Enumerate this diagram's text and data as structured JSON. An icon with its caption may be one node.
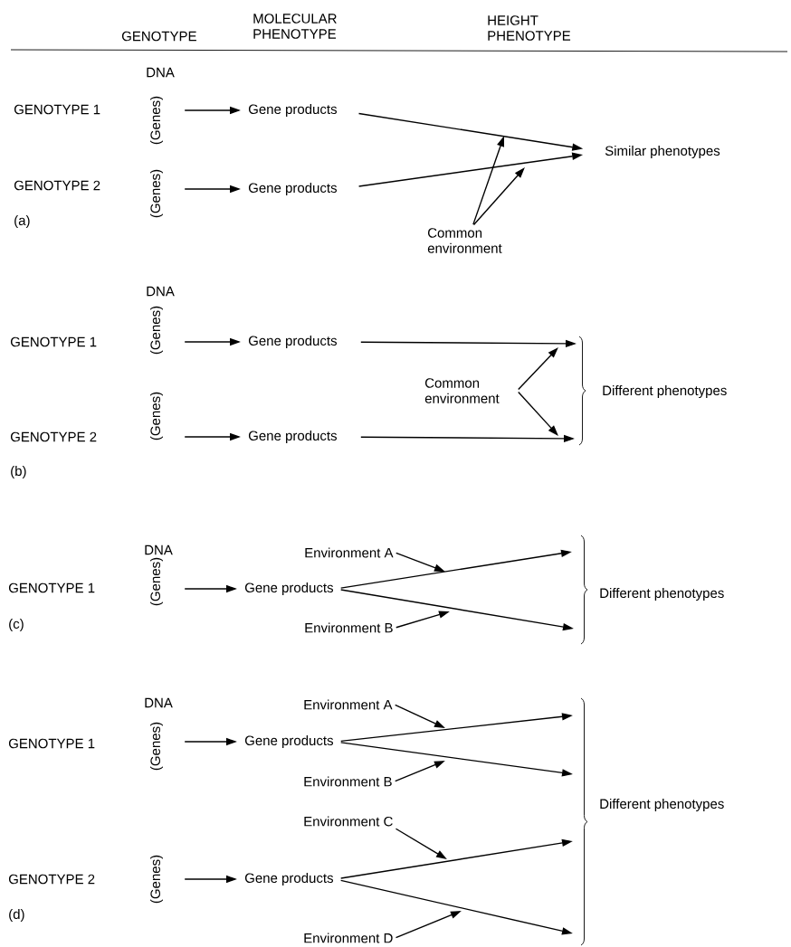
{
  "diagram": {
    "nodes": [
      {
        "text": [
          "(Genes)"
        ]
      },
      {
        "text": [
          "Gene products"
        ]
      },
      {
        "text": [
          "Similar phenotypes"
        ]
      },
      {
        "text": [
          "(Genes)"
        ]
      },
      {
        "text": [
          "Gene products"
        ]
      },
      {
        "text": [
          "Common environment"
        ]
      },
      {
        "text": [
          "(Genes)"
        ]
      },
      {
        "text": [
          "Gene products"
        ]
      },
      {
        "text": [
          "Common environment"
        ]
      },
      {
        "text": [
          "Different phenotypes"
        ]
      },
      {
        "text": [
          "(Genes)"
        ]
      },
      {
        "text": [
          "Gene products"
        ]
      },
      {
        "text": [
          "Environment A"
        ]
      },
      {
        "text": [
          "(Genes)"
        ]
      },
      {
        "text": [
          "Gene products"
        ]
      },
      {
        "text": [
          "Different phenotypes"
        ]
      },
      {
        "text": [
          "Environment B"
        ]
      },
      {
        "text": [
          "Environment A"
        ]
      },
      {
        "text": [
          "(Genes)"
        ]
      },
      {
        "text": [
          "Gene products"
        ]
      },
      {
        "text": [
          "Environment B"
        ]
      },
      {
        "text": [
          "Different phenotypes"
        ]
      },
      {
        "text": [
          "Environment C"
        ]
      },
      {
        "text": [
          "(Genes)"
        ]
      },
      {
        "text": [
          "Gene products"
        ]
      },
      {
        "text": [
          "Environment D"
        ]
      }
    ],
    "edges": [
      {
        "from": 0,
        "to": 1,
        "arrow": "to"
      },
      {
        "from": 3,
        "to": 4,
        "arrow": "to"
      },
      {
        "from": 1,
        "to": 2,
        "arrow": "to"
      },
      {
        "from": 4,
        "to": 2,
        "arrow": "to"
      },
      {
        "from": 5,
        "to": null,
        "arrow": "to"
      },
      {
        "from": 5,
        "to": null,
        "arrow": "to"
      },
      {
        "from": 6,
        "to": 7,
        "arrow": "to"
      },
      {
        "from": 10,
        "to": 11,
        "arrow": "to"
      },
      {
        "from": 7,
        "to": null,
        "arrow": "to"
      },
      {
        "from": 11,
        "to": null,
        "arrow": "to"
      },
      {
        "from": 8,
        "to": null,
        "arrow": "to"
      },
      {
        "from": 8,
        "to": null,
        "arrow": "to"
      },
      {
        "from": 13,
        "to": 14,
        "arrow": "to"
      },
      {
        "from": 14,
        "to": null,
        "arrow": "to"
      },
      {
        "from": 14,
        "to": null,
        "arrow": "to"
      },
      {
        "from": 12,
        "to": null,
        "arrow": "to"
      },
      {
        "from": 16,
        "to": null,
        "arrow": "to"
      },
      {
        "from": 18,
        "to": 19,
        "arrow": "to"
      },
      {
        "from": 19,
        "to": null,
        "arrow": "to"
      },
      {
        "from": 19,
        "to": null,
        "arrow": "to"
      },
      {
        "from": 17,
        "to": null,
        "arrow": "to"
      },
      {
        "from": 20,
        "to": null,
        "arrow": "to"
      },
      {
        "from": 22,
        "to": null,
        "arrow": "to"
      },
      {
        "from": 23,
        "to": 24,
        "arrow": "to"
      },
      {
        "from": 24,
        "to": null,
        "arrow": "to"
      },
      {
        "from": 24,
        "to": null,
        "arrow": "to"
      },
      {
        "from": 25,
        "to": null,
        "arrow": "to"
      }
    ],
    "labels": [
      "GENOTYPE",
      "MOLECULAR PHENOTYPE",
      "HEIGHT PHENOTYPE",
      "DNA",
      "GENOTYPE 1",
      "GENOTYPE 2",
      "(a)",
      "DNA",
      "GENOTYPE 1",
      "GENOTYPE 2",
      "(b)",
      "DNA",
      "GENOTYPE 1",
      "(c)",
      "DNA",
      "GENOTYPE 1",
      "GENOTYPE 2",
      "(d)"
    ]
  }
}
